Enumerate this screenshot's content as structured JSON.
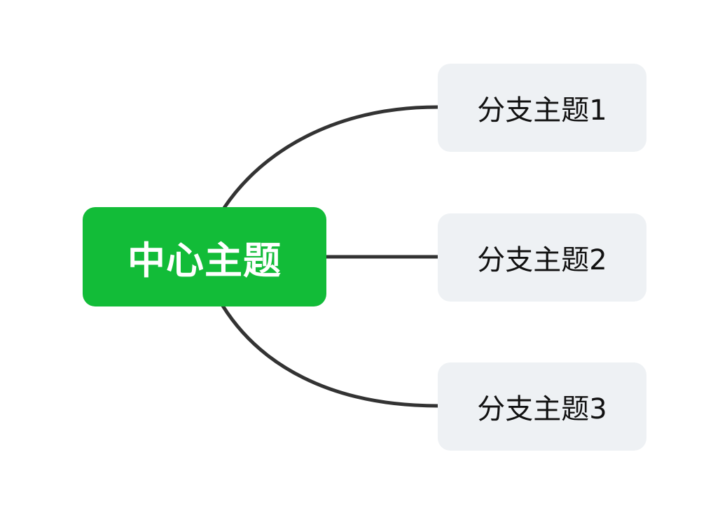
{
  "central_topic": {
    "label": "中心主题",
    "color": "#12BC38",
    "text_color": "#FFFFFF"
  },
  "branches": [
    {
      "label": "分支主题1"
    },
    {
      "label": "分支主题2"
    },
    {
      "label": "分支主题3"
    }
  ],
  "branch_style": {
    "color": "#EEF1F4",
    "text_color": "#111111"
  },
  "connector_color": "#333333"
}
